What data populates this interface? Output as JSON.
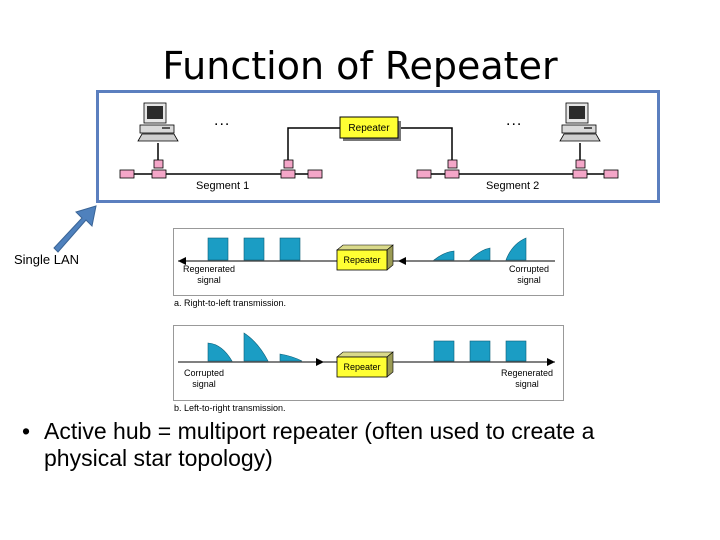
{
  "slide": {
    "title": "Function of Repeater",
    "annotation": "Single LAN",
    "bullet": "Active hub = multiport repeater (often used to create a physical star topology)"
  },
  "top_diagram": {
    "repeater_label": "Repeater",
    "segment1_label": "Segment 1",
    "segment2_label": "Segment 2",
    "ellipsis_left": "...",
    "ellipsis_right": "..."
  },
  "panel_a": {
    "repeater_label": "Repeater",
    "left_label_line1": "Regenerated",
    "left_label_line2": "signal",
    "right_label_line1": "Corrupted",
    "right_label_line2": "signal",
    "caption": "a. Right-to-left transmission."
  },
  "panel_b": {
    "repeater_label": "Repeater",
    "left_label_line1": "Corrupted",
    "left_label_line2": "signal",
    "right_label_line1": "Regenerated",
    "right_label_line2": "signal",
    "caption": "b. Left-to-right transmission."
  },
  "colors": {
    "frame": "#5b7fbf",
    "repeater_fill": "#ffff33",
    "signal_fill": "#1b9dc4",
    "tap_fill": "#f4a6c8",
    "arrow_fill": "#4f81bd"
  }
}
